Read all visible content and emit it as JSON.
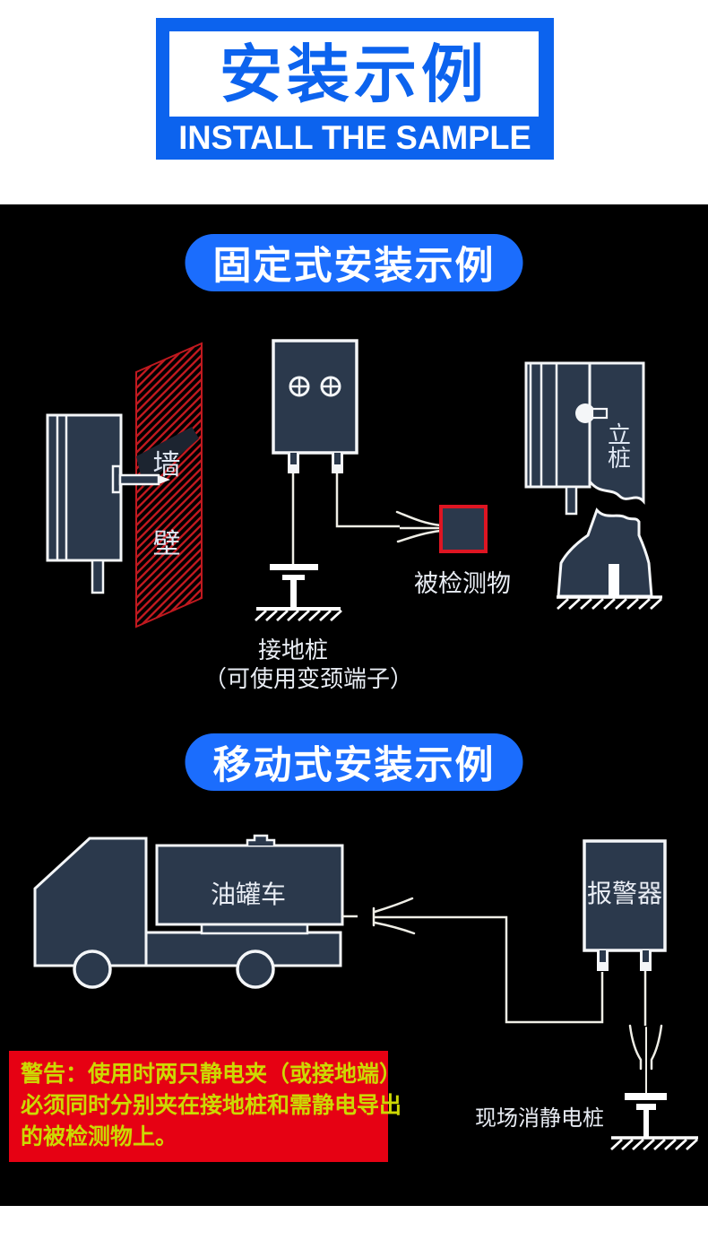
{
  "header": {
    "title": "安装示例",
    "subtitle": "INSTALL THE SAMPLE"
  },
  "fixed_section": {
    "heading": "固定式安装示例",
    "wall_label": "墙壁",
    "post_label": "立桩",
    "detected_object_label": "被检测物",
    "ground_label": "接地桩",
    "ground_note": "（可使用变颈端子）"
  },
  "mobile_section": {
    "heading": "移动式安装示例",
    "tanker_label": "油罐车",
    "alarm_label": "报警器",
    "pile_label": "现场消静电桩"
  },
  "warning": {
    "lines": [
      "警告：使用时两只静电夹（或接地端）",
      "必须同时分别夹在接地桩和需静电导出",
      "的被检测物上。"
    ]
  },
  "colors": {
    "banner_blue": "#0c63ee",
    "pill_blue": "#1b6dfd",
    "panel_black": "#000000",
    "device_navy": "#2b394c",
    "outline_white": "#f4f6f8",
    "hatch_red": "#c0191f",
    "object_red": "#de1522",
    "warning_bg": "#e60113",
    "warning_text": "#cdd803"
  }
}
